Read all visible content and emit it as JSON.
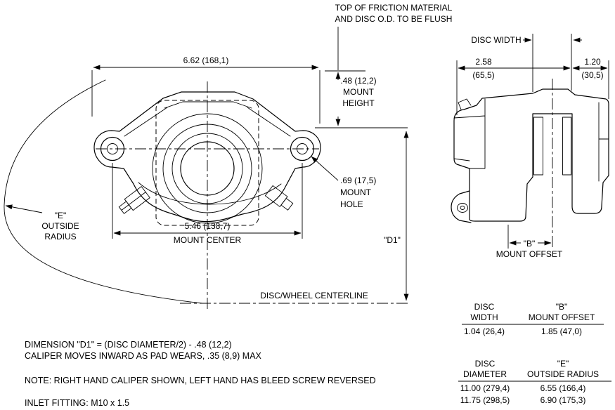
{
  "drawing": {
    "flush_note": [
      "TOP OF FRICTION MATERIAL",
      "AND DISC O.D. TO BE FLUSH"
    ],
    "front_view": {
      "overall_width": "6.62 (168,1)",
      "mount_height_value": ".48 (12,2)",
      "mount_height_word1": "MOUNT",
      "mount_height_word2": "HEIGHT",
      "mount_hole_value": ".69 (17,5)",
      "mount_hole_word1": "MOUNT",
      "mount_hole_word2": "HOLE",
      "mount_center_value": "5.46 (138,7)",
      "mount_center_label": "MOUNT CENTER",
      "e_line1": "\"E\"",
      "e_line2": "OUTSIDE",
      "e_line3": "RADIUS",
      "d1": "\"D1\"",
      "disc_wheel_centerline": "DISC/WHEEL CENTERLINE"
    },
    "side_view": {
      "disc_width": "DISC WIDTH",
      "width_in": "2.58",
      "width_mm": "(65,5)",
      "overhang_in": "1.20",
      "overhang_mm": "(30,5)",
      "b": "\"B\"",
      "mount_offset": "MOUNT OFFSET"
    }
  },
  "notes": [
    "DIMENSION \"D1\" = (DISC DIAMETER/2) - .48 (12,2)",
    "CALIPER MOVES INWARD AS PAD WEARS, .35 (8,9) MAX",
    "NOTE: RIGHT HAND CALIPER SHOWN, LEFT HAND HAS BLEED SCREW REVERSED",
    "INLET FITTING: M10 x 1.5"
  ],
  "tables": {
    "width_offset": {
      "h1a": "DISC",
      "h1b": "WIDTH",
      "h2a": "\"B\"",
      "h2b": "MOUNT OFFSET",
      "r1c1": "1.04 (26,4)",
      "r1c2": "1.85 (47,0)"
    },
    "diameter_radius": {
      "h1a": "DISC",
      "h1b": "DIAMETER",
      "h2a": "\"E\"",
      "h2b": "OUTSIDE RADIUS",
      "r1c1": "11.00 (279,4)",
      "r1c2": "6.55 (166,4)",
      "r2c1": "11.75 (298,5)",
      "r2c2": "6.90 (175,3)"
    }
  },
  "colors": {
    "line": "#000000",
    "background": "#ffffff"
  }
}
